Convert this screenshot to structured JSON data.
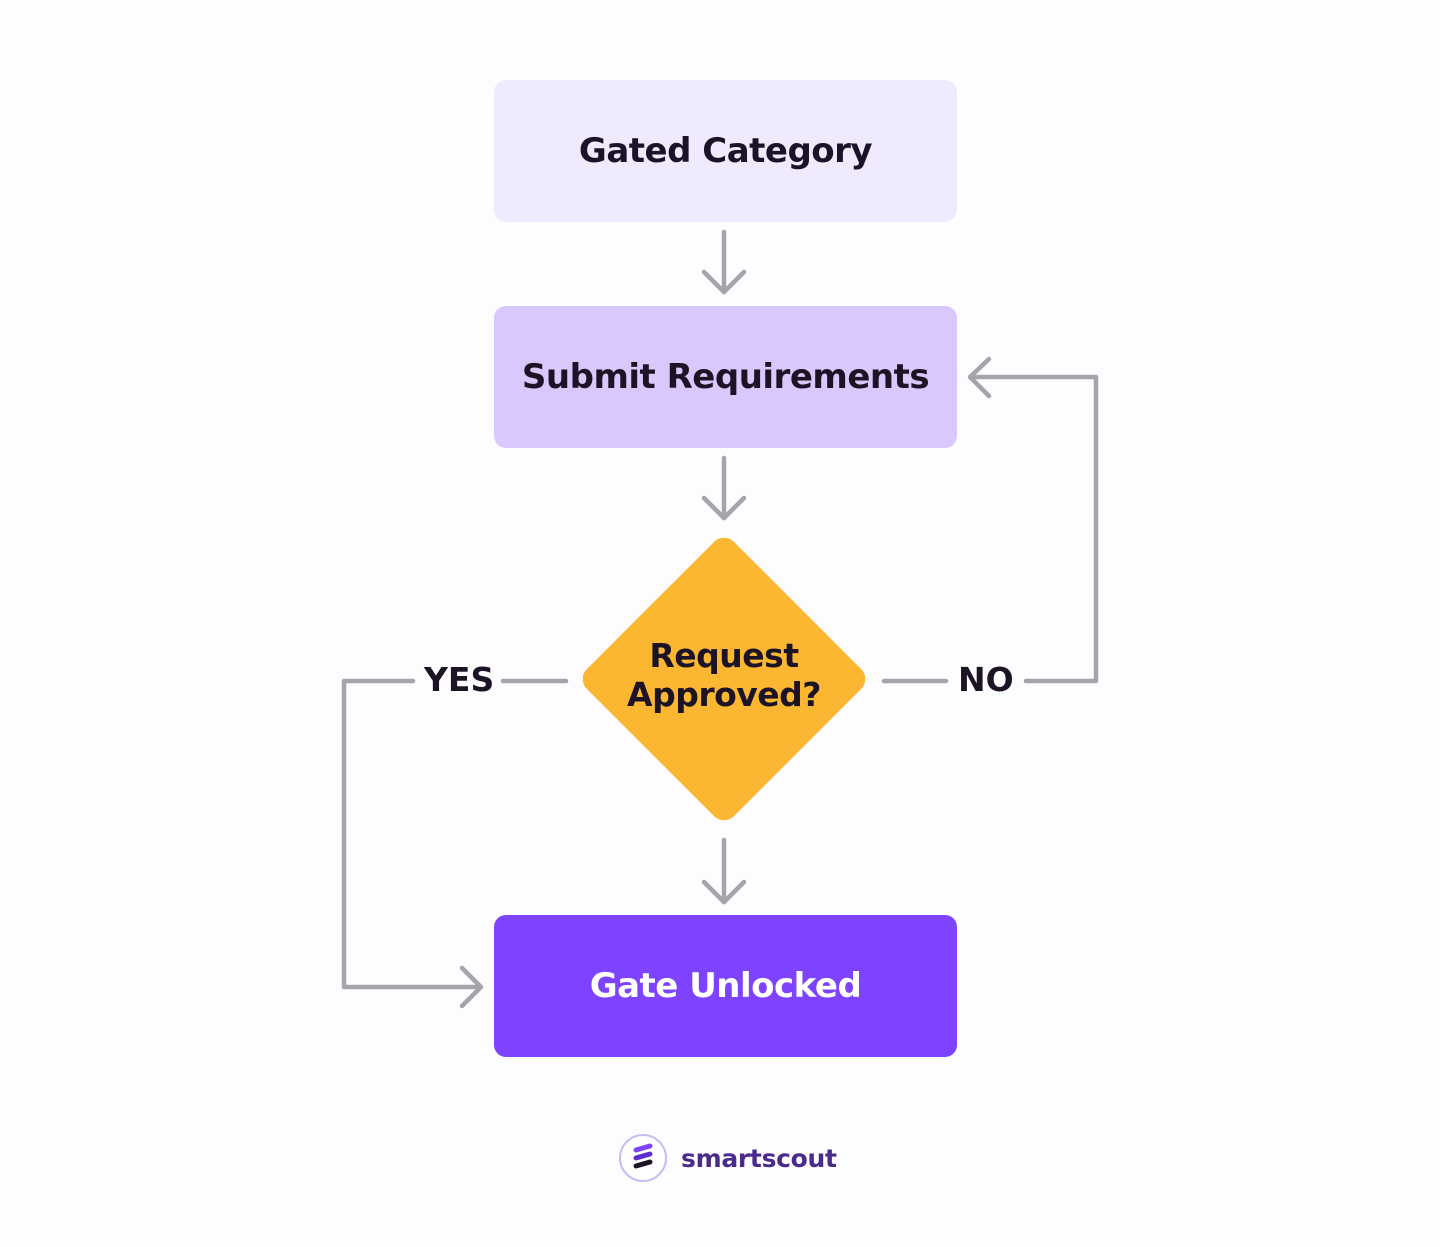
{
  "flowchart": {
    "nodes": {
      "gated_category": "Gated Category",
      "submit_requirements": "Submit Requirements",
      "decision_line1": "Request",
      "decision_line2": "Approved?",
      "gate_unlocked": "Gate Unlocked"
    },
    "branches": {
      "yes": "YES",
      "no": "NO"
    },
    "colors": {
      "gated_category_fill": "#f0eaff",
      "submit_requirements_fill": "#d9c8fd",
      "decision_fill": "#fbb731",
      "gate_unlocked_fill": "#7d43ff",
      "connector": "#a5a4a8"
    }
  },
  "brand": {
    "name": "smartscout",
    "icon": "smartscout-logo-icon"
  }
}
